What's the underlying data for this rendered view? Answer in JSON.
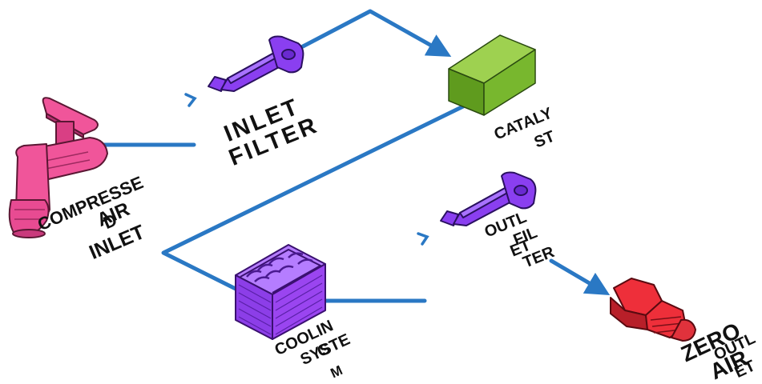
{
  "colors": {
    "pipe": "#2a78c4",
    "compressed_air_inlet": "#f0559a",
    "inlet_filter": "#8a3ff0",
    "catalyst": "#78b72e",
    "cooling_system": "#9a45f0",
    "outlet_filter": "#8a3ff0",
    "zero_air_outlet": "#ee2f3a",
    "label_text": "#111111"
  },
  "components": {
    "compressed_air_inlet": {
      "icon": "faucet-valve-icon",
      "label_line1": "COMPRESSE",
      "label_line2": "D",
      "label_line3": "AIR",
      "label_line4": "INLET"
    },
    "inlet_filter": {
      "icon": "filter-cartridge-icon",
      "label_line1": "INLET",
      "label_line2": "FILTER"
    },
    "catalyst": {
      "icon": "catalyst-block-icon",
      "label_line1": "CATALY",
      "label_line2": "ST"
    },
    "cooling_system": {
      "icon": "heat-exchanger-icon",
      "label_line1": "COOLIN",
      "label_line2": "G",
      "label_line3": "SYSTE",
      "label_line4": "M"
    },
    "outlet_filter": {
      "icon": "filter-cartridge-icon",
      "label_line1": "OUTL",
      "label_line2": "ET",
      "label_line3": "FIL",
      "label_line4": "TER"
    },
    "zero_air_outlet": {
      "icon": "hex-fitting-icon",
      "label_line1": "ZERO",
      "label_line2": "AIR",
      "label_line3": "OUTL",
      "label_line4": "ET"
    }
  }
}
